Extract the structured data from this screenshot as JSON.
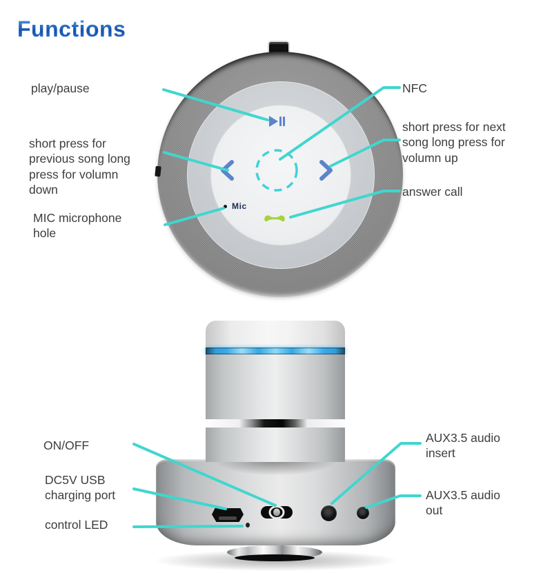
{
  "title": "Functions",
  "colors": {
    "title_blue_top": "#5ba2e8",
    "title_blue_mid": "#1553ae",
    "title_blue_bottom": "#2f7ad4",
    "leader_line": "#40d6cf",
    "label_text": "#3d3d3d",
    "control_icon_blue": "#5b84cc",
    "nfc_dash_cyan": "#3fd2d8",
    "answer_call_green": "#a6d23a",
    "led_ring_blue": "#3aa9e8"
  },
  "top_view": {
    "annotations": {
      "play_pause": "play/pause",
      "previous_song": "short press for previous song long press for volumn down",
      "mic_hole": "MIC microphone hole",
      "nfc": "NFC",
      "next_song": "short press for next song long press for volumn up",
      "answer_call": "answer call"
    },
    "engravings": {
      "mic": "Mic"
    }
  },
  "side_view": {
    "annotations": {
      "power": "ON/OFF",
      "charging": "DC5V USB charging port",
      "control_led": "control LED",
      "aux_insert": "AUX3.5 audio insert",
      "aux_out": "AUX3.5 audio out"
    }
  }
}
